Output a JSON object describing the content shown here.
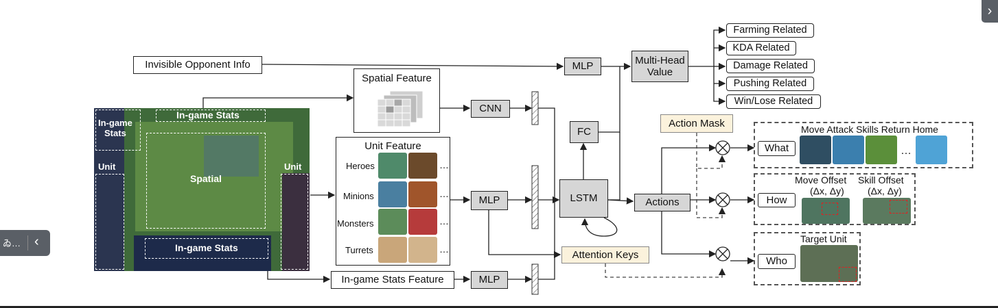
{
  "inputs": {
    "invisible_info": "Invisible Opponent Info",
    "spatial_feature": "Spatial Feature",
    "unit_feature": "Unit Feature",
    "unit_rows": [
      "Heroes",
      "Minions",
      "Monsters",
      "Turrets"
    ],
    "ingame_stats_feature": "In-game Stats Feature"
  },
  "screenshot": {
    "ingame_stats_left": "In-game\nStats",
    "ingame_stats_top": "In-game Stats",
    "ingame_stats_bottom": "In-game Stats",
    "unit_left": "Unit",
    "unit_right": "Unit",
    "spatial": "Spatial"
  },
  "modules": {
    "cnn": "CNN",
    "mlp_unit": "MLP",
    "mlp_stats": "MLP",
    "mlp_value": "MLP",
    "fc": "FC",
    "lstm": "LSTM",
    "multihead_value": "Multi-Head\nValue",
    "actions": "Actions",
    "attention_keys": "Attention Keys",
    "action_mask": "Action Mask"
  },
  "value_heads": [
    "Farming Related",
    "KDA Related",
    "Damage Related",
    "Pushing Related",
    "Win/Lose Related"
  ],
  "action_heads": {
    "what": {
      "label": "What",
      "caption": "Move  Attack  Skills  Return Home"
    },
    "how": {
      "label": "How",
      "caption_a": "Move Offset",
      "caption_b": "Skill Offset",
      "delta_a": "(Δx, Δy)",
      "delta_b": "(Δx, Δy)"
    },
    "who": {
      "label": "Who",
      "caption": "Target Unit"
    }
  },
  "ellipsis": "...",
  "dots": "…",
  "viewer": {
    "left_toolbar_text": "ゐ…",
    "colors": {
      "gray_fill": "#d6d6d6",
      "cream_fill": "#fbf2dc",
      "toolbar": "#5a5f66"
    }
  }
}
